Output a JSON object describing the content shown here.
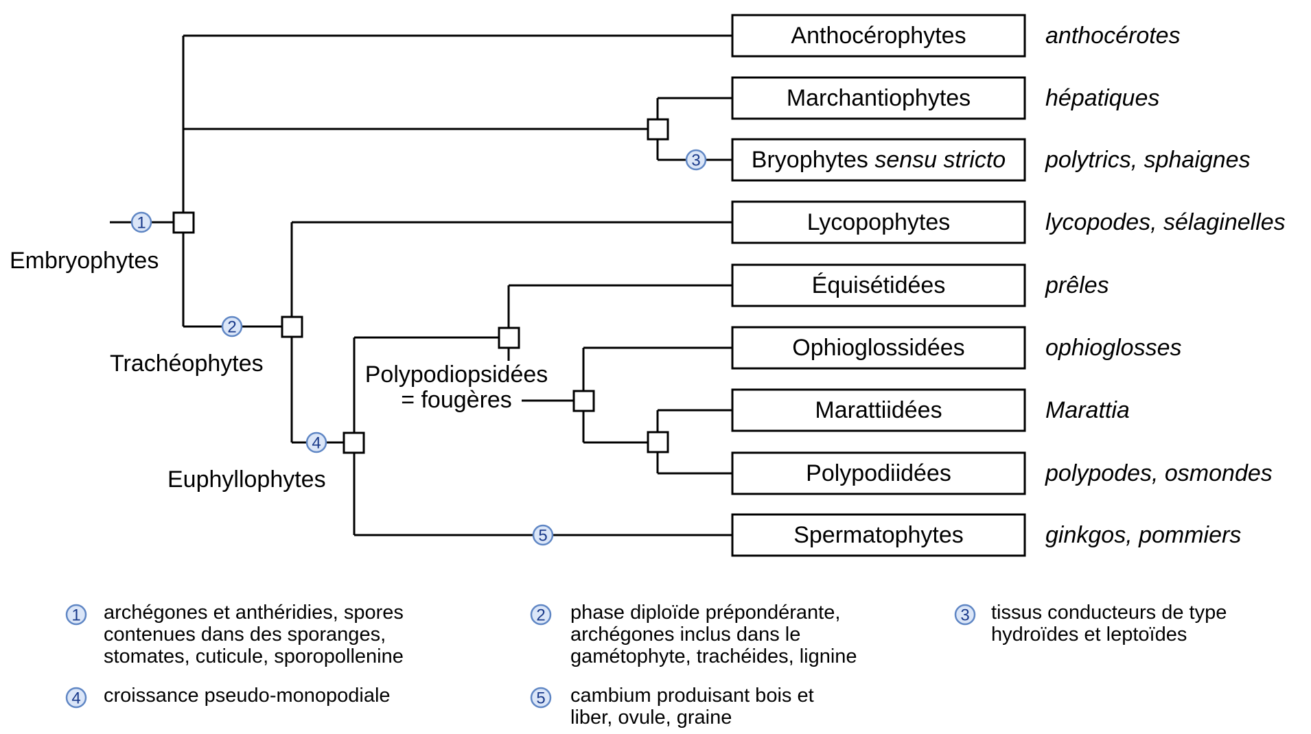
{
  "taxa": [
    {
      "name": "Anthocérophytes",
      "common": "anthocérotes"
    },
    {
      "name": "Marchantiophytes",
      "common": "hépatiques"
    },
    {
      "name": "Bryophytes ",
      "name_italic": "sensu stricto",
      "common": "polytrics, sphaignes"
    },
    {
      "name": "Lycopophytes",
      "common": "lycopodes, sélaginelles"
    },
    {
      "name": "Équisétidées",
      "common": "prêles"
    },
    {
      "name": "Ophioglossidées",
      "common": "ophioglosses"
    },
    {
      "name": "Marattiidées",
      "common": "Marattia"
    },
    {
      "name": "Polypodiidées",
      "common": "polypodes, osmondes"
    },
    {
      "name": "Spermatophytes",
      "common": "ginkgos, pommiers"
    }
  ],
  "clades": {
    "embryophytes": "Embryophytes",
    "tracheophytes": "Trachéophytes",
    "euphyllophytes": "Euphyllophytes",
    "polypodiopsidees_1": "Polypodiopsidées",
    "polypodiopsidees_2": "= fougères"
  },
  "badges": [
    "1",
    "2",
    "3",
    "4",
    "5"
  ],
  "legend": [
    {
      "num": "1",
      "lines": [
        "archégones et anthéridies, spores",
        "contenues dans des sporanges,",
        "stomates, cuticule, sporopollenine"
      ]
    },
    {
      "num": "2",
      "lines": [
        "phase diploïde prépondérante,",
        "archégones inclus dans le",
        "gamétophyte, trachéides, lignine"
      ]
    },
    {
      "num": "3",
      "lines": [
        "tissus conducteurs de type",
        "hydroïdes et leptoïdes"
      ]
    },
    {
      "num": "4",
      "lines": [
        "croissance pseudo-monopodiale"
      ]
    },
    {
      "num": "5",
      "lines": [
        "cambium produisant bois et",
        "liber, ovule, graine"
      ]
    }
  ],
  "colors": {
    "badge_fill": "#dbe6f8",
    "badge_stroke": "#5f86c4",
    "badge_text": "#1a3a8a"
  }
}
